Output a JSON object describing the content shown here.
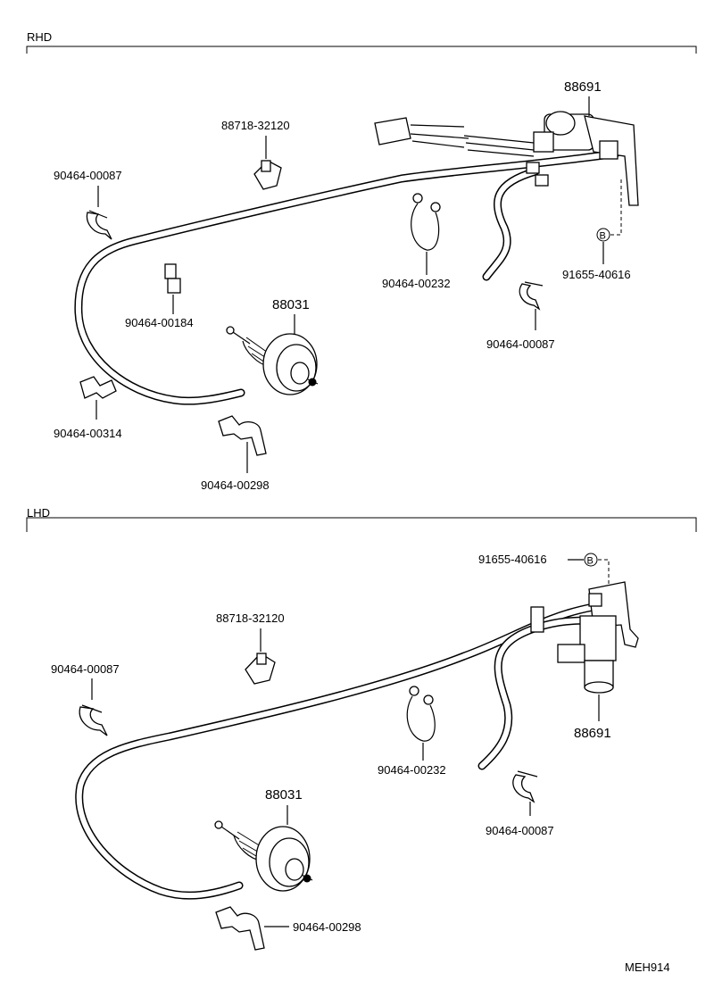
{
  "sections": {
    "rhd": {
      "title": "RHD",
      "parts": {
        "vsv": "88691",
        "connector_clip": "88718-32120",
        "clamp_upper_left": "90464-00087",
        "clip_ring": "90464-00232",
        "marker_ref": "91655-40616",
        "clip_mid": "90464-00184",
        "actuator": "88031",
        "clamp_right": "90464-00087",
        "clamp_lower_left": "90464-00314",
        "clamp_bottom": "90464-00298"
      },
      "marker": "B"
    },
    "lhd": {
      "title": "LHD",
      "parts": {
        "marker_ref": "91655-40616",
        "connector_clip": "88718-32120",
        "clamp_left": "90464-00087",
        "vsv": "88691",
        "clip_ring": "90464-00232",
        "actuator": "88031",
        "clamp_right": "90464-00087",
        "clamp_bottom": "90464-00298"
      },
      "marker": "B"
    }
  },
  "footer_code": "MEH914"
}
